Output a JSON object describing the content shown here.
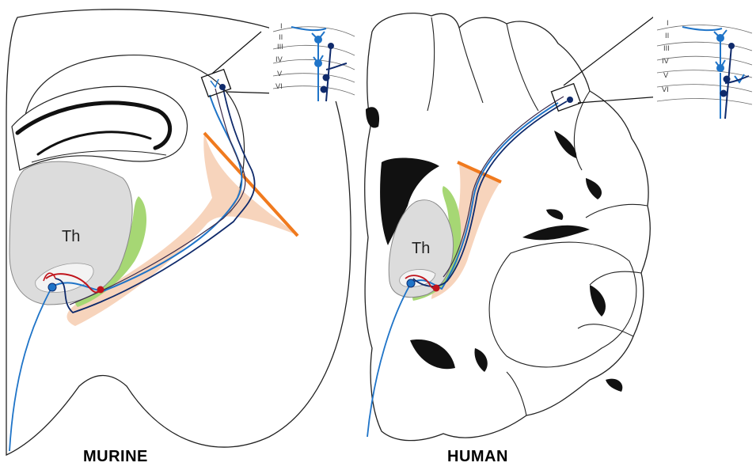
{
  "panels": {
    "murine": {
      "caption": "MURINE",
      "thalamus_label": "Th"
    },
    "human": {
      "caption": "HUMAN",
      "thalamus_label": "Th"
    }
  },
  "cortical_layers": [
    "I",
    "II",
    "III",
    "IV",
    "V",
    "VI"
  ],
  "colors": {
    "thalamocortical_axon": "#1f74c8",
    "corticothalamic_axon": "#0f2a6b",
    "reticular_neuron": "#c0141c",
    "internal_capsule": "#f6cdb0",
    "reticular_nucleus": "#a6d774",
    "pallial_subpallial_boundary": "#f07a1e",
    "thalamus": "#dcdcdc"
  }
}
